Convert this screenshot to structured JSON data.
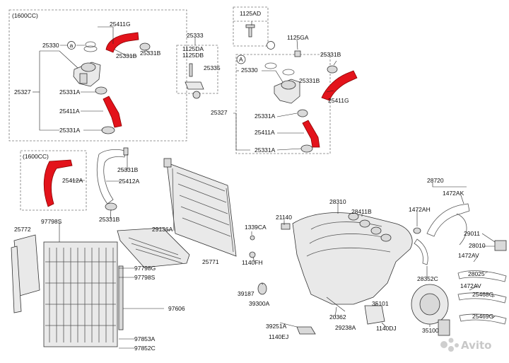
{
  "group_1600cc_top": {
    "title": "(1600CC)",
    "circle_marker": "a"
  },
  "group_1600cc_left": {
    "title": "(1600CC)"
  },
  "box_1125ad": {
    "title": "1125AD"
  },
  "marker_a_upper": "A",
  "labels": {
    "p25411G_a": "25411G",
    "p25330_a": "25330",
    "p25331B_a": "25331B",
    "p25327_a": "25327",
    "p25331A_a1": "25331A",
    "p25411A_a": "25411A",
    "p25331A_a2": "25331A",
    "p25333": "25333",
    "p1125DA": "1125DA",
    "p1125DB": "1125DB",
    "p25335": "25335",
    "p1125GA": "1125GA",
    "p25331B_b": "25331B",
    "p25330_b": "25330",
    "p25331B_b2": "25331B",
    "p25411G_b": "25411G",
    "p25327_b": "25327",
    "p25331A_b1": "25331A",
    "p25411A_b": "25411A",
    "p25331A_b2": "25331A",
    "p25412A_left": "25412A",
    "p25331B_c": "25331B",
    "p25412A_mid": "25412A",
    "p25331B_d": "25331B",
    "p25772": "25772",
    "p97798S_a": "97798S",
    "p29136A": "29136A",
    "p25771": "25771",
    "p97798G": "97798G",
    "p97798S_b": "97798S",
    "p97606": "97606",
    "p97853A": "97853A",
    "p97852C": "97852C",
    "p28310": "28310",
    "p21140": "21140",
    "p28411B": "28411B",
    "p1339CA": "1339CA",
    "p1140FH": "1140FH",
    "p39187": "39187",
    "p39300A": "39300A",
    "p39251A": "39251A",
    "p1140EJ": "1140EJ",
    "p20362": "20362",
    "p29238A": "29238A",
    "p35101": "35101",
    "p1140DJ": "1140DJ",
    "p35100": "35100",
    "p28720": "28720",
    "p1472AK": "1472AK",
    "p1472AH": "1472AH",
    "p29011": "29011",
    "p28010": "28010",
    "p1472AV_a": "1472AV",
    "p28025": "28025",
    "p28352C": "28352C",
    "p1472AV_b": "1472AV",
    "p25468G": "25468G",
    "p25469G": "25469G"
  },
  "watermark": "Avito",
  "colors": {
    "highlight_hose": "#e3131b",
    "line": "#222222",
    "dashed_box": "#777777"
  }
}
